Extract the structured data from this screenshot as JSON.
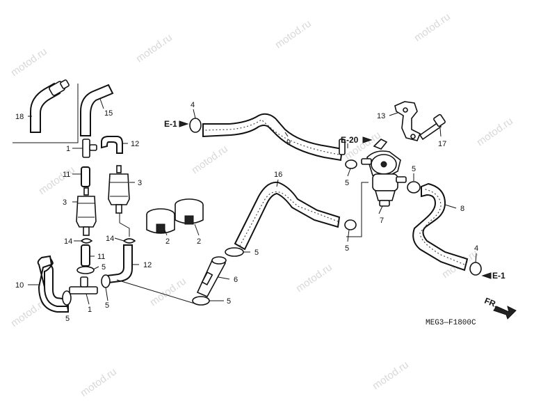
{
  "watermark": "motod.ru",
  "diagram_code": "MEG3—F1800C",
  "front_arrow": "FR.",
  "refs": {
    "e1_left": "E-1",
    "e1_right": "E-1",
    "e20": "E-20"
  },
  "callouts": {
    "c18": "18",
    "c15": "15",
    "c1a": "1",
    "c12a": "12",
    "c11a": "11",
    "c3a": "3",
    "c3b": "3",
    "c14a": "14",
    "c11b": "11",
    "c5a": "5",
    "c14b": "14",
    "c12b": "12",
    "c10": "10",
    "c5b": "5",
    "c1b": "1",
    "c5c": "5",
    "c2a": "2",
    "c2b": "2",
    "c4a": "4",
    "c9": "9",
    "c16": "16",
    "c5d": "5",
    "c6": "6",
    "c5e": "5",
    "c5f": "5",
    "c7": "7",
    "c5g": "5",
    "c5h": "5",
    "c13": "13",
    "c17": "17",
    "c8": "8",
    "c4b": "4"
  }
}
